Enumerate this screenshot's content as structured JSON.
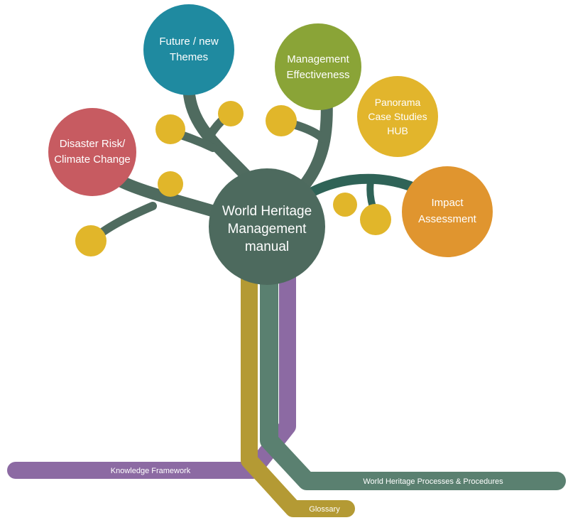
{
  "colors": {
    "branch": "#4f6b5f",
    "branch_dark": "#2f6357",
    "dot": "#e1b62a",
    "purple": "#8c6aa3",
    "olive": "#b49a34",
    "green_root": "#5a8070",
    "center": "#4d6a5e",
    "disaster": "#c75b61",
    "future": "#1f8aa0",
    "management": "#8aa437",
    "panorama": "#e2b52c",
    "impact": "#e0952f"
  },
  "center": {
    "lines": [
      "World Heritage",
      "Management",
      "manual"
    ]
  },
  "nodes": {
    "disaster": {
      "lines": [
        "Disaster Risk/",
        "Climate Change"
      ]
    },
    "future": {
      "lines": [
        "Future / new",
        "Themes"
      ]
    },
    "management": {
      "lines": [
        "Management",
        "Effectiveness"
      ]
    },
    "panorama": {
      "lines": [
        "Panorama",
        "Case Studies",
        "HUB"
      ]
    },
    "impact": {
      "lines": [
        "Impact",
        "Assessment"
      ]
    }
  },
  "roots": {
    "knowledge": "Knowledge Framework",
    "processes": "World Heritage Processes & Procedures",
    "glossary": "Glossary"
  }
}
